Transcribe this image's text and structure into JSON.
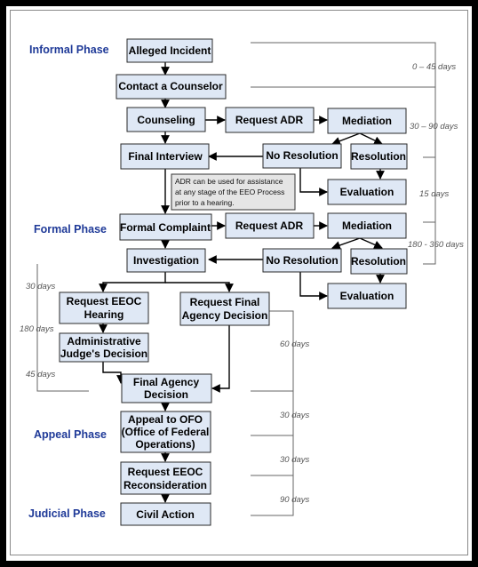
{
  "phases": {
    "informal": "Informal Phase",
    "formal": "Formal Phase",
    "appeal": "Appeal Phase",
    "judicial": "Judicial Phase"
  },
  "boxes": {
    "alleged_incident": "Alleged Incident",
    "contact_counselor": "Contact a Counselor",
    "counseling": "Counseling",
    "request_adr_1": "Request ADR",
    "mediation_1": "Mediation",
    "final_interview": "Final Interview",
    "no_resolution_1": "No Resolution",
    "resolution_1": "Resolution",
    "evaluation_1": "Evaluation",
    "formal_complaint": "Formal Complaint",
    "request_adr_2": "Request ADR",
    "mediation_2": "Mediation",
    "investigation": "Investigation",
    "no_resolution_2": "No Resolution",
    "resolution_2": "Resolution",
    "evaluation_2": "Evaluation",
    "request_eeoc_hearing": [
      "Request EEOC",
      "Hearing"
    ],
    "request_final_agency_decision": [
      "Request Final",
      "Agency Decision"
    ],
    "administrative_judge": [
      "Administrative",
      "Judge's Decision"
    ],
    "final_agency_decision": [
      "Final Agency",
      "Decision"
    ],
    "appeal_to_ofo": [
      "Appeal to OFO",
      "(Office of Federal",
      "Operations)"
    ],
    "request_eeoc_reconsideration": [
      "Request EEOC",
      "Reconsideration"
    ],
    "civil_action": "Civil Action"
  },
  "adr_note": [
    "ADR can be used for assistance",
    "at any stage of the EEO Process",
    "prior to a hearing."
  ],
  "timelines": {
    "t1": "0 – 45 days",
    "t2": "30 – 90 days",
    "t3": "15 days",
    "t4": "180 - 360 days",
    "t5": "30 days",
    "t6": "180 days",
    "t7": "45 days",
    "t8": "60 days",
    "t9": "30 days",
    "t10": "30 days",
    "t11": "90 days"
  }
}
